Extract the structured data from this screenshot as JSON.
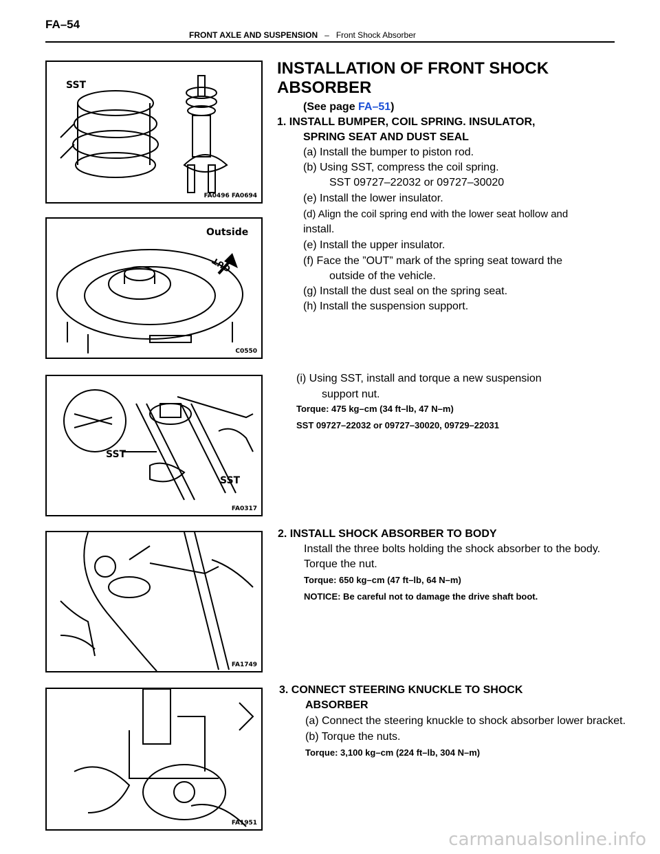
{
  "header": {
    "page_number": "FA–54",
    "section": "FRONT AXLE AND SUSPENSION",
    "separator": "–",
    "subsection": "Front Shock Absorber"
  },
  "figures": {
    "fig1": {
      "code": "FA0496 FA0694",
      "label": "SST"
    },
    "fig2": {
      "code": "C0550",
      "label": "Outside",
      "mark": "OUT"
    },
    "fig3": {
      "code": "FA0317",
      "label_a": "SST",
      "label_b": "SST"
    },
    "fig4": {
      "code": "FA1749"
    },
    "fig5": {
      "code": "FA1951"
    }
  },
  "section1": {
    "title_line1": "INSTALLATION OF FRONT SHOCK",
    "title_line2": "ABSORBER",
    "see_prefix": "(See page ",
    "see_link": "FA–51",
    "see_suffix": ")",
    "step1_line1": "1. INSTALL BUMPER, COIL SPRING. INSULATOR,",
    "step1_line2": "SPRING SEAT AND DUST SEAL",
    "a": "(a) Install the bumper to piston rod.",
    "b": "(b) Using SST, compress the coil spring.",
    "b_sst": "SST 09727–22032 or 09727–30020",
    "c": "(e) Install the lower insulator.",
    "d_line1": "(d) Align the coil spring end with the lower seat hollow and",
    "d_line2": "install.",
    "e": "(e) Install the upper insulator.",
    "f_line1": "(f) Face the ”OUT” mark of the spring seat toward the",
    "f_line2": "outside of the vehicle.",
    "g": "(g) Install the dust seal on the spring seat.",
    "h": "(h) Install the suspension support."
  },
  "section2": {
    "i_line1": "(i) Using SST, install and torque a new suspension",
    "i_line2": "support nut.",
    "torque": "Torque: 475 kg–cm (34 ft–lb, 47 N–m)",
    "sst": "SST 09727–22032 or 09727–30020, 09729–22031"
  },
  "section3": {
    "step2": "2. INSTALL SHOCK ABSORBER TO BODY",
    "line1": "Install the three bolts holding the shock absorber to the body.",
    "line2": "Torque the nut.",
    "torque": "Torque: 650 kg–cm (47 ft–lb, 64 N–m)",
    "notice": "NOTICE: Be careful not to damage the drive shaft boot."
  },
  "section4": {
    "step3_line1": "3. CONNECT STEERING KNUCKLE TO SHOCK",
    "step3_line2": "ABSORBER",
    "a": "(a) Connect the steering knuckle to shock absorber lower bracket.",
    "b": "(b) Torque the nuts.",
    "torque": "Torque: 3,100 kg–cm (224 ft–lb, 304 N–m)"
  },
  "watermark": "carmanualsonline.info"
}
